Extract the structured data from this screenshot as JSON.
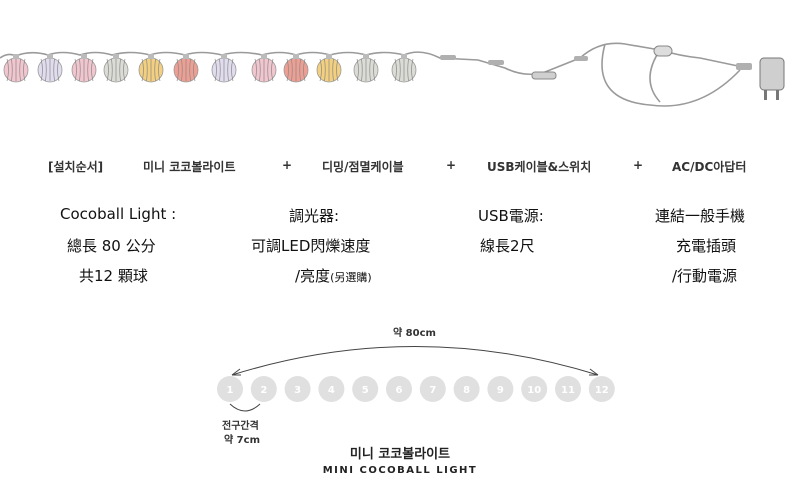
{
  "colors": {
    "pink": "#f2c6cf",
    "lilac": "#e2ddee",
    "grey": "#dcdcd6",
    "salmon": "#ee9f94",
    "yellow": "#f3cf80",
    "wire": "#9a9a9a",
    "numbered_ball": "#e0e0e0"
  },
  "product_image": {
    "balls": [
      "pink",
      "lilac",
      "pink",
      "grey",
      "yellow",
      "salmon",
      "lilac",
      "pink",
      "salmon",
      "yellow",
      "grey",
      "grey"
    ]
  },
  "steps": {
    "step1": "[설치순서]",
    "step2": "미니 코코볼라이트",
    "step3": "디밍/점멸케이블",
    "step4": "USB케이블&스위치",
    "step5": "AC/DC아답터",
    "plus": "+"
  },
  "descriptions": {
    "ball": [
      "Cocoball Light :",
      "總長 80 公分",
      "共12 顆球"
    ],
    "dimmer_line1": "調光器:",
    "dimmer_line2": "可調LED閃爍速度",
    "dimmer_line3": "/亮度",
    "dimmer_note": "(另選購)",
    "usb": [
      "USB電源:",
      "線長2尺"
    ],
    "adapter": [
      "連結一般手機",
      "充電插頭",
      "/行動電源"
    ]
  },
  "diagram": {
    "length_label": "약 80cm",
    "spacing_label_line1": "전구간격",
    "spacing_label_line2": "약 7cm",
    "numbers": [
      "1",
      "2",
      "3",
      "4",
      "5",
      "6",
      "7",
      "8",
      "9",
      "10",
      "11",
      "12"
    ]
  },
  "title": {
    "korean": "미니 코코볼라이트",
    "english": "MINI COCOBALL LIGHT"
  }
}
